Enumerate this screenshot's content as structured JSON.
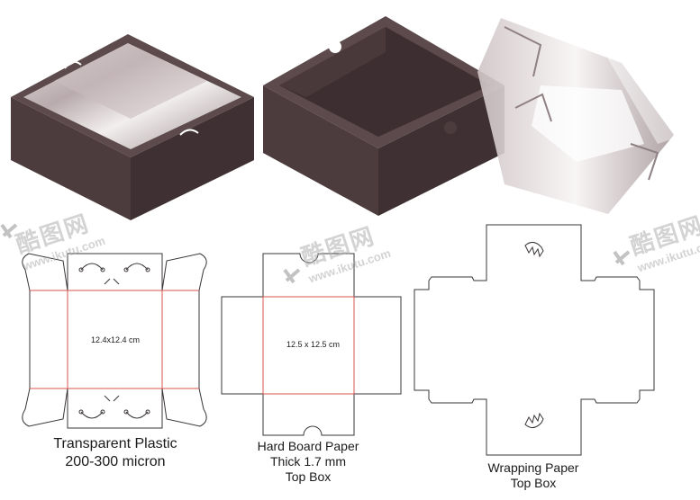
{
  "dims": {
    "plastic": "12.4x12.4 cm",
    "board": "12.5 x 12.5 cm"
  },
  "captions": {
    "plastic": [
      "Transparent  Plastic",
      "200-300 micron"
    ],
    "board": [
      "Hard Board Paper",
      "Thick 1.7 mm",
      "Top Box"
    ],
    "wrapping": [
      "Wrapping Paper",
      "Top Box"
    ]
  },
  "watermark": {
    "brand": "酷图网",
    "url": "www.ikutu.com"
  },
  "colors": {
    "box_top": "#5c4a4c",
    "box_side": "#4d3c3e",
    "box_dark": "#3f3033",
    "dieline": "#3a3536",
    "fold_line": "#d9554f",
    "watermark": "#b0b0b0"
  }
}
